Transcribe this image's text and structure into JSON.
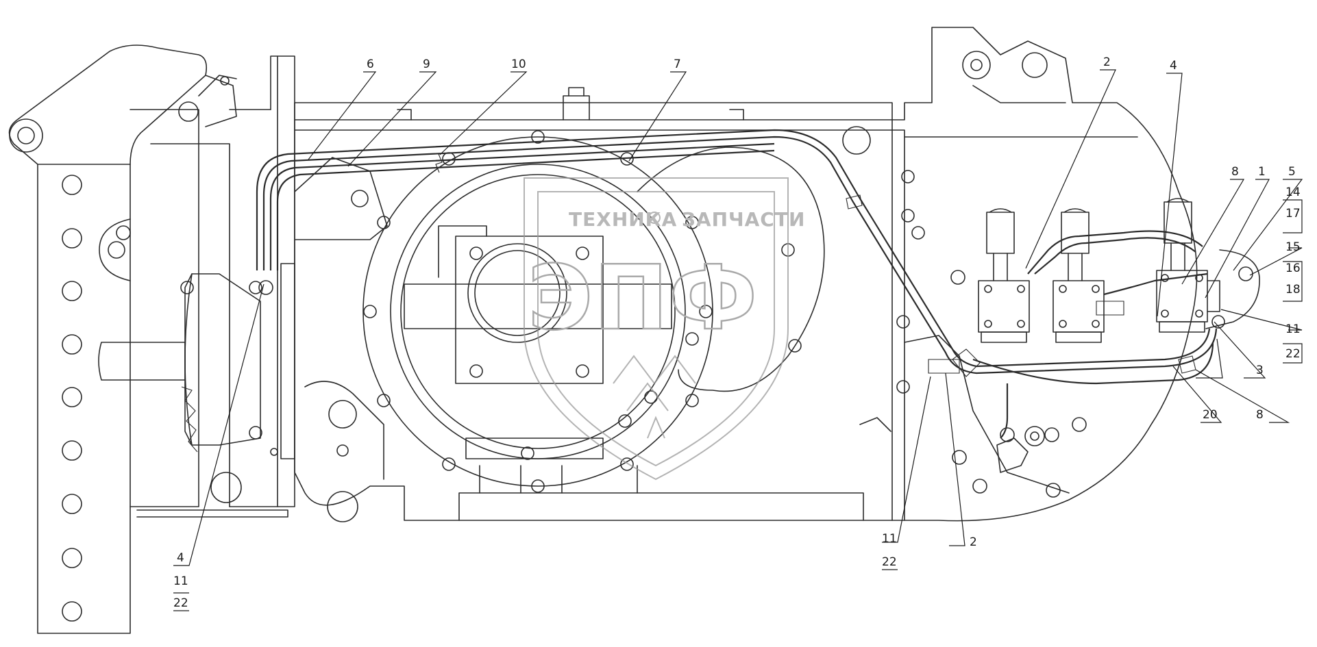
{
  "watermark": {
    "brand_top_left": "ТЕХНИКА",
    "brand_top_right": "ЗАПЧАСТИ",
    "logo_letters": "ЭПФ"
  },
  "callouts": {
    "c6": "6",
    "c9": "9",
    "c10": "10",
    "c7": "7",
    "c2a": "2",
    "c4a": "4",
    "c8a": "8",
    "c1": "1",
    "c5": "5",
    "c14": "14",
    "c17": "17",
    "c15": "15",
    "c16": "16",
    "c18": "18",
    "c11a": "11",
    "c22a": "22",
    "c3": "3",
    "c20": "20",
    "c8b": "8",
    "c2b": "2",
    "c11b": "11",
    "c22b": "22",
    "c4b": "4",
    "c11c": "11",
    "c22c": "22"
  }
}
